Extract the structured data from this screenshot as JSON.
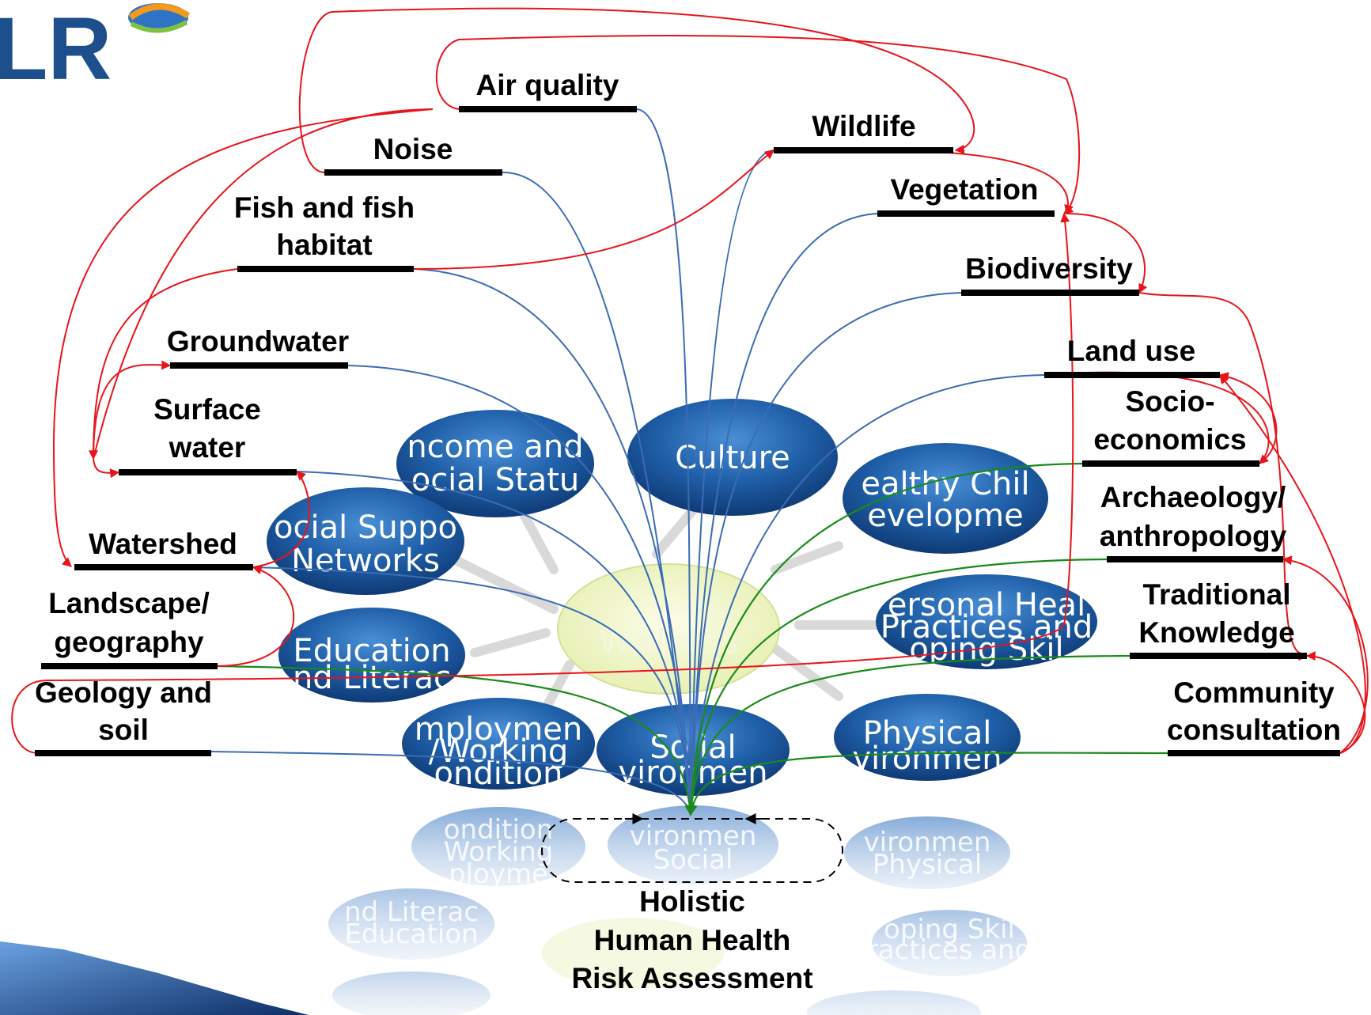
{
  "logo": {
    "text": "LR"
  },
  "nodes": {
    "air_quality": [
      "Air quality"
    ],
    "noise": [
      "Noise"
    ],
    "wildlife": [
      "Wildlife"
    ],
    "vegetation": [
      "Vegetation"
    ],
    "fish": [
      "Fish and fish",
      "habitat"
    ],
    "biodiversity": [
      "Biodiversity"
    ],
    "groundwater": [
      "Groundwater"
    ],
    "land_use": [
      "Land use"
    ],
    "surface_water": [
      "Surface",
      "water"
    ],
    "socio": [
      "Socio-",
      "economics"
    ],
    "archaeology": [
      "Archaeology/",
      "anthropology"
    ],
    "watershed": [
      "Watershed"
    ],
    "landscape": [
      "Landscape/",
      "geography"
    ],
    "traditional": [
      "Traditional",
      "Knowledge"
    ],
    "geology": [
      "Geology and",
      "soil"
    ],
    "community": [
      "Community",
      "consultation"
    ]
  },
  "determinants": {
    "culture": [
      "Culture"
    ],
    "income": [
      "ncome and",
      "ocial Statu"
    ],
    "child": [
      "ealthy Chil",
      "evelopme"
    ],
    "support": [
      "ocial Suppo",
      "Networks"
    ],
    "personal": [
      "ersonal Heal",
      "Practices and",
      "oping Skil"
    ],
    "education": [
      "Education",
      "nd Literac"
    ],
    "employment": [
      "mploymen",
      "/Working",
      "ondition"
    ],
    "social": [
      "So ial",
      "vironmen"
    ],
    "physical": [
      "Physical",
      "vironmen"
    ],
    "wellness": [
      "Wellness"
    ]
  },
  "reflections": {
    "employment": [
      "ondition",
      "Working",
      "ployme"
    ],
    "social": [
      "vironmen",
      "Social"
    ],
    "physical": [
      "vironmen",
      "Physical"
    ],
    "education": [
      "nd Literac",
      "Education"
    ],
    "personal": [
      "oping Skil",
      "ractices and"
    ]
  },
  "outcome": [
    "Holistic",
    "Human Health",
    "Risk Assessment"
  ],
  "colors": {
    "red": "#e8141b",
    "blue": "#3b6cb5",
    "green": "#1a8a1a",
    "ellipse": "#1f5fa8"
  }
}
